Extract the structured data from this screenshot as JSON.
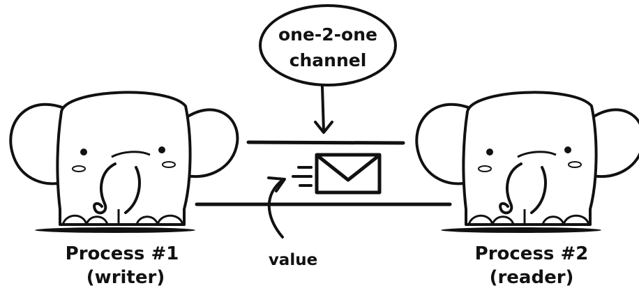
{
  "bubble": {
    "line1": "one-2-one",
    "line2": "channel"
  },
  "process1": {
    "name": "Process #1",
    "role": "(writer)"
  },
  "process2": {
    "name": "Process #2",
    "role": "(reader)"
  },
  "value_label": "value",
  "colors": {
    "ink": "#111111",
    "cheek": "#ffffff",
    "background": "#ffffff"
  },
  "icons": [
    "elephant-writer",
    "elephant-reader",
    "envelope-icon",
    "arrow-down-icon",
    "arrow-curved-icon"
  ]
}
